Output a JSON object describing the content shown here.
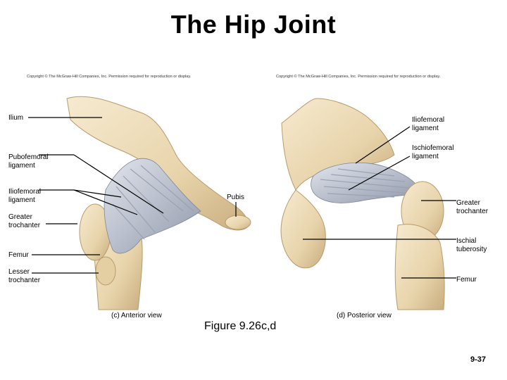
{
  "title": "The Hip Joint",
  "copyright_left": "Copyright © The McGraw-Hill Companies, Inc. Permission required for reproduction or display.",
  "copyright_right": "Copyright © The McGraw-Hill Companies, Inc. Permission required for reproduction or display.",
  "anterior": {
    "caption": "(c) Anterior view",
    "labels": {
      "ilium": "Ilium",
      "pubofemoral_1": "Pubofemoral",
      "pubofemoral_2": "ligament",
      "iliofemoral_1": "Iliofemoral",
      "iliofemoral_2": "ligament",
      "pubis": "Pubis",
      "greater_trochanter_1": "Greater",
      "greater_trochanter_2": "trochanter",
      "femur": "Femur",
      "lesser_trochanter_1": "Lesser",
      "lesser_trochanter_2": "trochanter"
    }
  },
  "posterior": {
    "caption": "(d) Posterior view",
    "labels": {
      "iliofemoral_1": "Iliofemoral",
      "iliofemoral_2": "ligament",
      "ischiofemoral_1": "Ischiofemoral",
      "ischiofemoral_2": "ligament",
      "greater_trochanter_1": "Greater",
      "greater_trochanter_2": "trochanter",
      "ischial_tuberosity_1": "Ischial",
      "ischial_tuberosity_2": "tuberosity",
      "femur": "Femur"
    }
  },
  "figure_caption": "Figure 9.26c,d",
  "slide_number": "9-37",
  "colors": {
    "bone": "#ecdcb8",
    "bone_shadow": "#c9ad7e",
    "ligament": "#c8ccd6",
    "ligament_shadow": "#8e96a8",
    "leader": "#000000"
  }
}
